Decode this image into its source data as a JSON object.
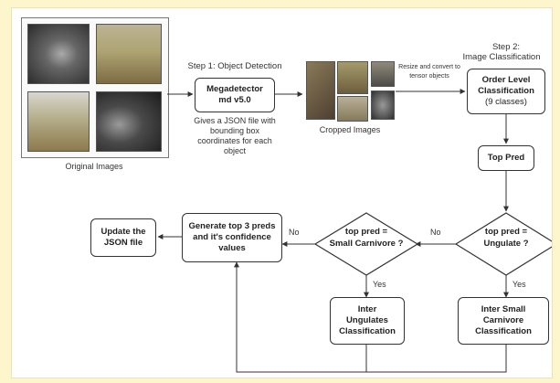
{
  "colors": {
    "background": "#fdf5cc",
    "line": "#333333",
    "box_fill": "#ffffff"
  },
  "images": {
    "caption": "Original Images",
    "cropped_caption": "Cropped Images"
  },
  "step1": {
    "title": "Step 1: Object Detection",
    "box_line1": "Megadetector",
    "box_line2": "md v5.0",
    "desc": "Gives a JSON file with bounding box coordinates for each object"
  },
  "resize_note": "Resize and convert to tensor objects",
  "step2": {
    "title_line1": "Step 2:",
    "title_line2": "Image Classification",
    "box_line1": "Order Level",
    "box_line2": "Classification",
    "box_line3": "(9 classes)"
  },
  "top_pred": "Top Pred",
  "decision_ungulate": {
    "line1": "top pred =",
    "line2": "Ungulate ?"
  },
  "decision_carnivore": {
    "line1": "top pred =",
    "line2": "Small Carnivore ?"
  },
  "generate_box": "Generate top 3 preds and it's confidence values",
  "update_box": "Update the JSON file",
  "inter_small_carnivore": "Inter Small Carnivore Classification",
  "inter_ungulates": "Inter Ungulates Classification",
  "edges": {
    "no_1": "No",
    "no_2": "No",
    "yes_1": "Yes",
    "yes_2": "Yes"
  }
}
